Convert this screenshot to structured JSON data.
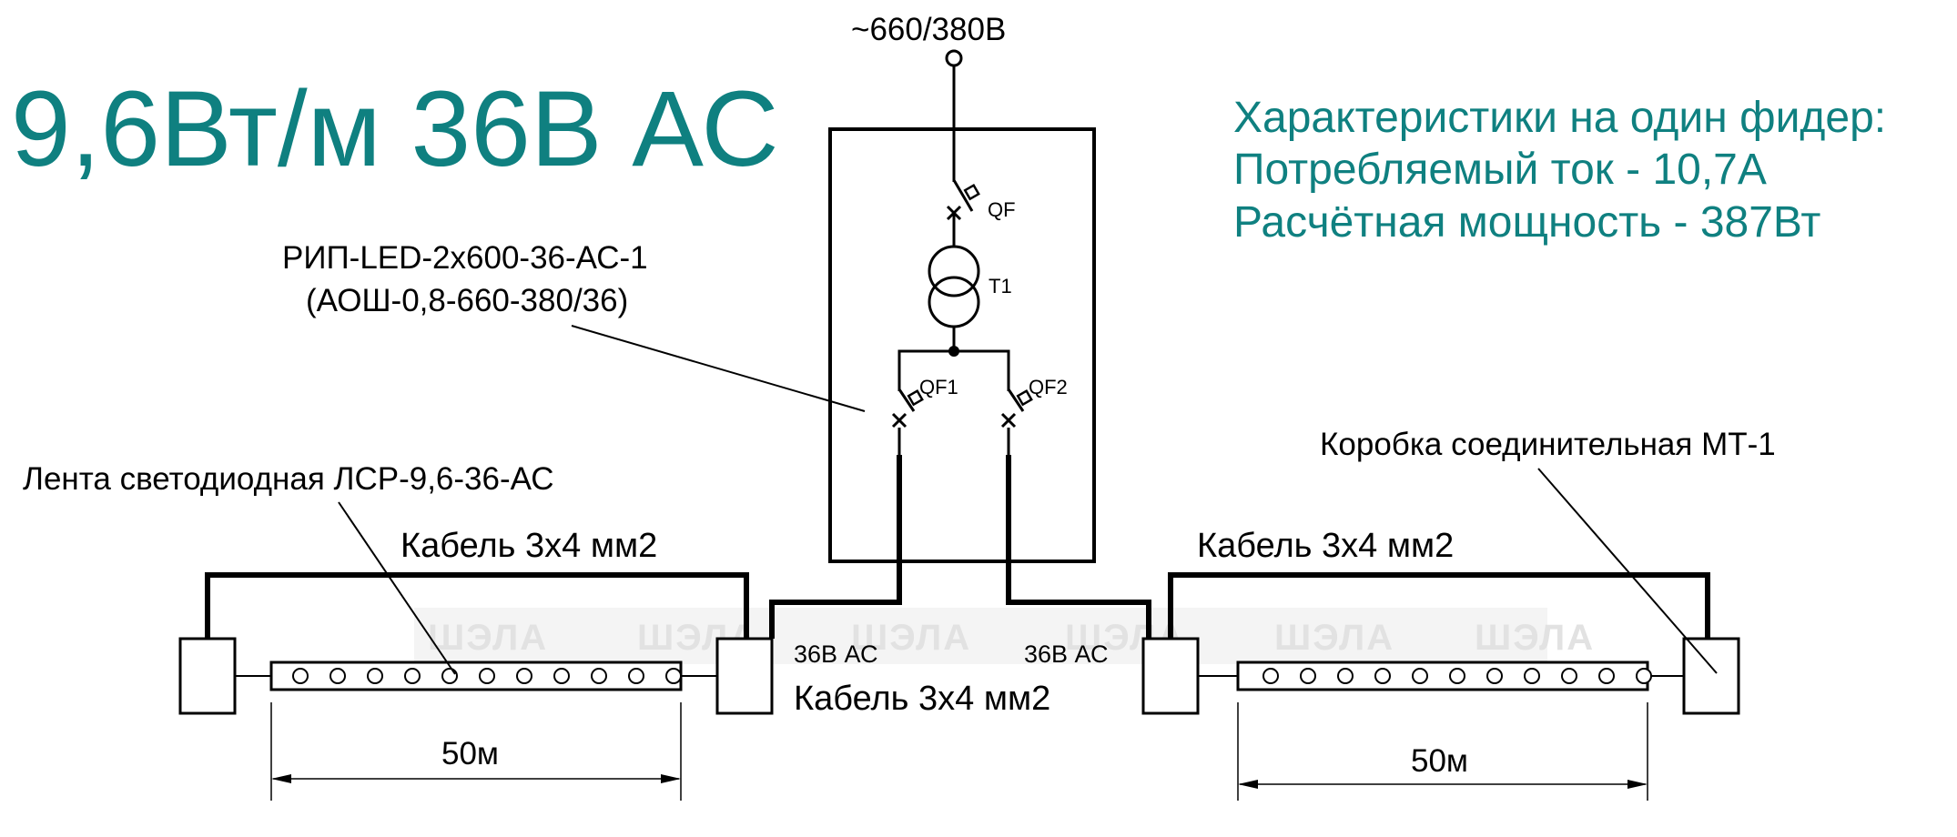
{
  "supply": "~660/380В",
  "heading": "9,6Вт/м 36В АС",
  "specs": {
    "line1": "Характеристики на один фидер:",
    "line2": "Потребляемый ток - 10,7А",
    "line3": "Расчётная мощность - 387Вт"
  },
  "device": {
    "line1": "РИП-LED-2х600-36-АС-1",
    "line2": "(АОШ-0,8-660-380/36)"
  },
  "components": {
    "qf": "QF",
    "t1": "T1",
    "qf1": "QF1",
    "qf2": "QF2"
  },
  "strip_label": "Лента светодиодная ЛСР-9,6-36-АС",
  "box_label": "Коробка соединительная МТ-1",
  "cable_left": "Кабель 3х4 мм2",
  "cable_right": "Кабель 3х4 мм2",
  "cable_center": "Кабель 3х4 мм2",
  "voltage_left": "36В АС",
  "voltage_right": "36В АС",
  "length_left": "50м",
  "length_right": "50м",
  "watermark": "ШЭЛА",
  "colors": {
    "accent": "#0f8080",
    "line": "#000000",
    "watermark": "#e2e2e2"
  }
}
